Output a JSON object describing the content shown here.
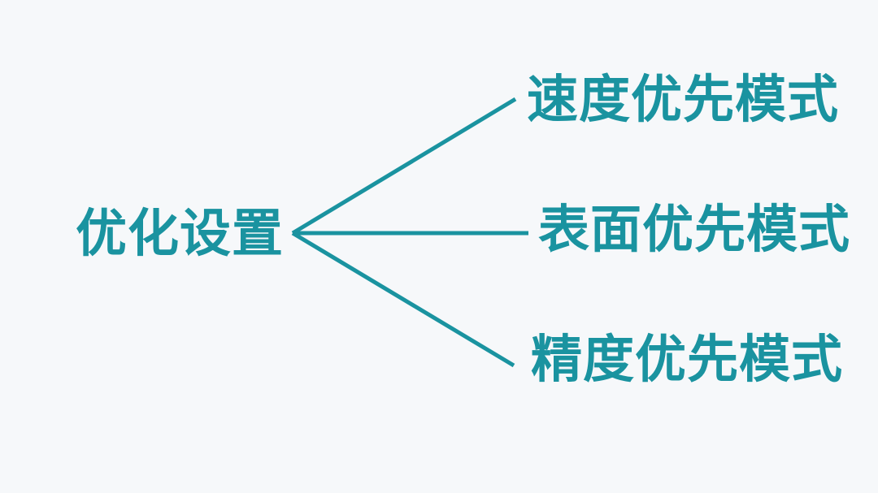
{
  "diagram": {
    "background_color": "#f6f8fa",
    "accent_color": "#1a93a0",
    "root": {
      "label": "优化设置"
    },
    "branches": [
      {
        "label": "速度优先模式"
      },
      {
        "label": "表面优先模式"
      },
      {
        "label": "精度优先模式"
      }
    ]
  }
}
